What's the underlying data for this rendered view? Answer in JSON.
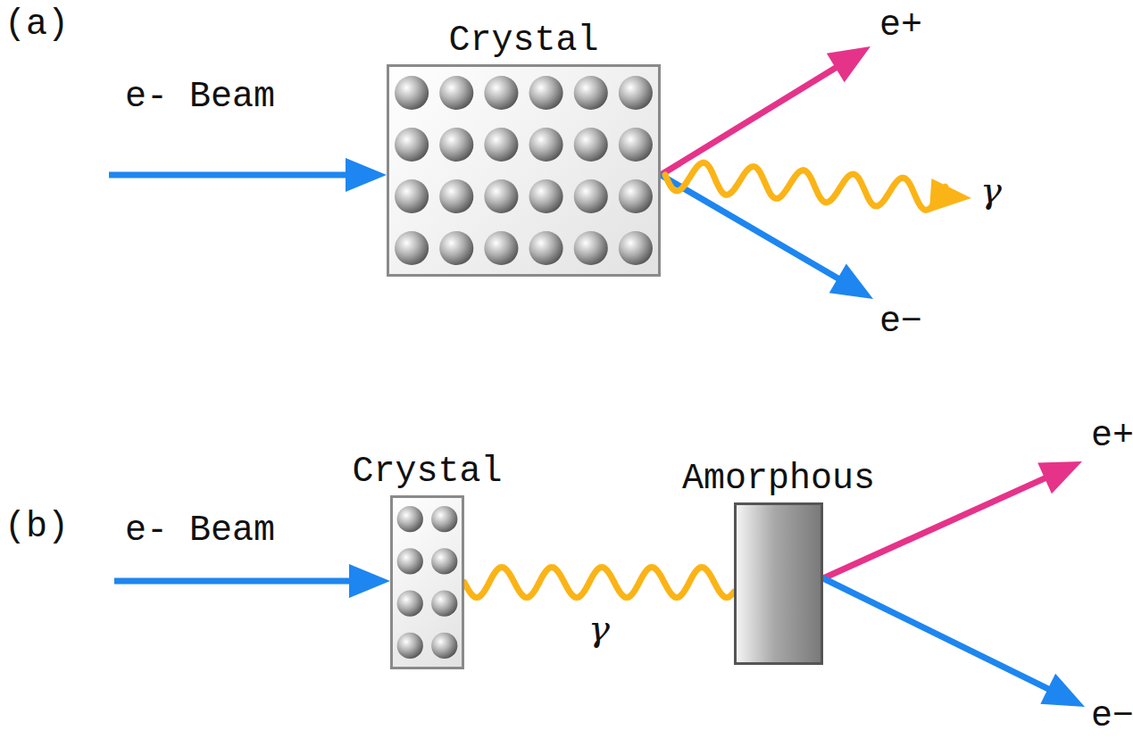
{
  "diagram": {
    "nodes": [
      {
        "text": [
          "Crystal"
        ]
      },
      {
        "text": [
          "Crystal"
        ]
      },
      {
        "text": [
          "Amorphous"
        ]
      }
    ],
    "edges": [
      {
        "from": 1,
        "to": 2,
        "arrow": "none",
        "label": "γ"
      }
    ],
    "labels": [
      "(a)",
      "e- Beam",
      "e+",
      "γ",
      "e−",
      "(b)",
      "e- Beam",
      "e+",
      "e−"
    ]
  }
}
